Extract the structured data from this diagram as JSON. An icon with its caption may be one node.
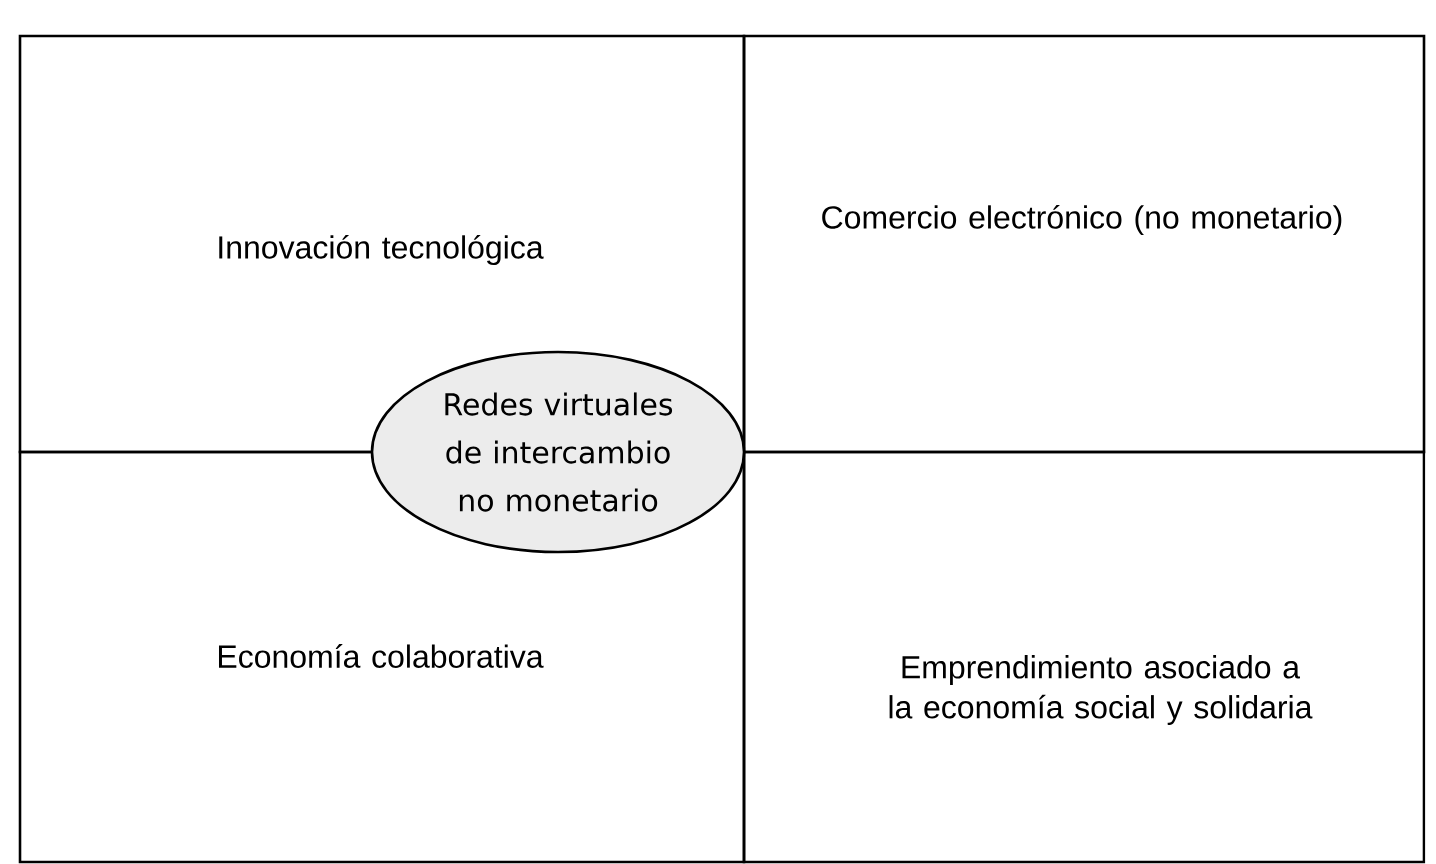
{
  "diagram": {
    "nodes": [
      {
        "text": [
          "Innovación tecnológica"
        ]
      },
      {
        "text": [
          "Comercio electrónico (no monetario)"
        ]
      },
      {
        "text": [
          "Economía colaborativa"
        ]
      },
      {
        "text": [
          "Emprendimiento asociado a la economía social y solidaria"
        ]
      },
      {
        "text": [
          "Redes virtuales de intercambio no monetario"
        ]
      }
    ]
  }
}
